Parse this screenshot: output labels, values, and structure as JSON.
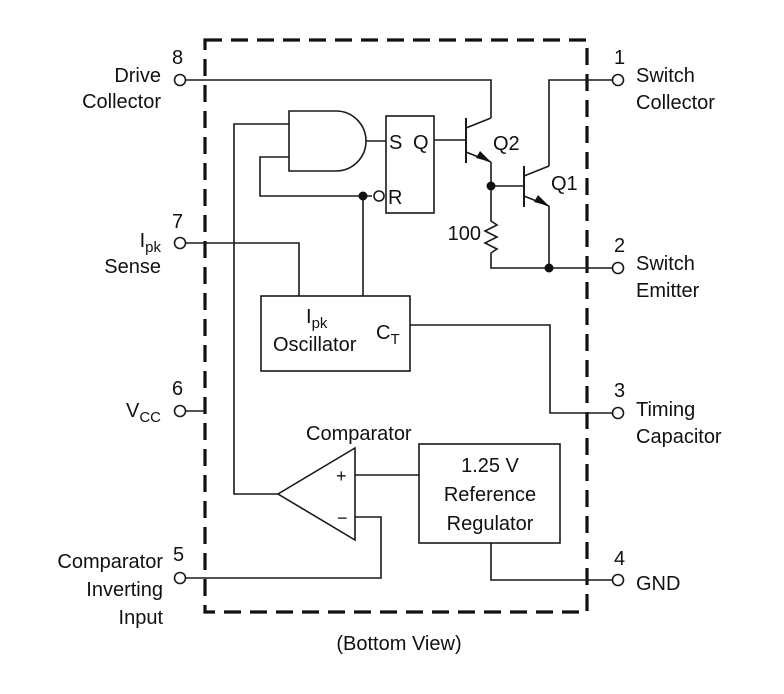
{
  "diagram": {
    "caption": "(Bottom View)",
    "pins": [
      {
        "number": "1",
        "lines": [
          "Switch",
          "Collector"
        ]
      },
      {
        "number": "2",
        "lines": [
          "Switch",
          "Emitter"
        ]
      },
      {
        "number": "3",
        "lines": [
          "Timing",
          "Capacitor"
        ]
      },
      {
        "number": "4",
        "lines": [
          "GND"
        ]
      },
      {
        "number": "5",
        "lines": [
          "Comparator",
          "Inverting",
          "Input"
        ]
      },
      {
        "number": "6",
        "main": "V",
        "sub": "CC"
      },
      {
        "number": "7",
        "main": "I",
        "sub": "pk",
        "line2": "Sense"
      },
      {
        "number": "8",
        "lines": [
          "Drive",
          "Collector"
        ]
      }
    ],
    "flipflop": {
      "set": "S",
      "reset": "R",
      "output": "Q"
    },
    "transistors": [
      {
        "name": "Q2"
      },
      {
        "name": "Q1"
      }
    ],
    "resistor": {
      "value": "100"
    },
    "oscillator": {
      "title_main": "I",
      "title_sub": "pk",
      "title_line2": "Oscillator",
      "ct_main": "C",
      "ct_sub": "T"
    },
    "comparator": {
      "label": "Comparator",
      "plus": "+",
      "minus": "−"
    },
    "reference": {
      "lines": [
        "1.25 V",
        "Reference",
        "Regulator"
      ]
    }
  }
}
